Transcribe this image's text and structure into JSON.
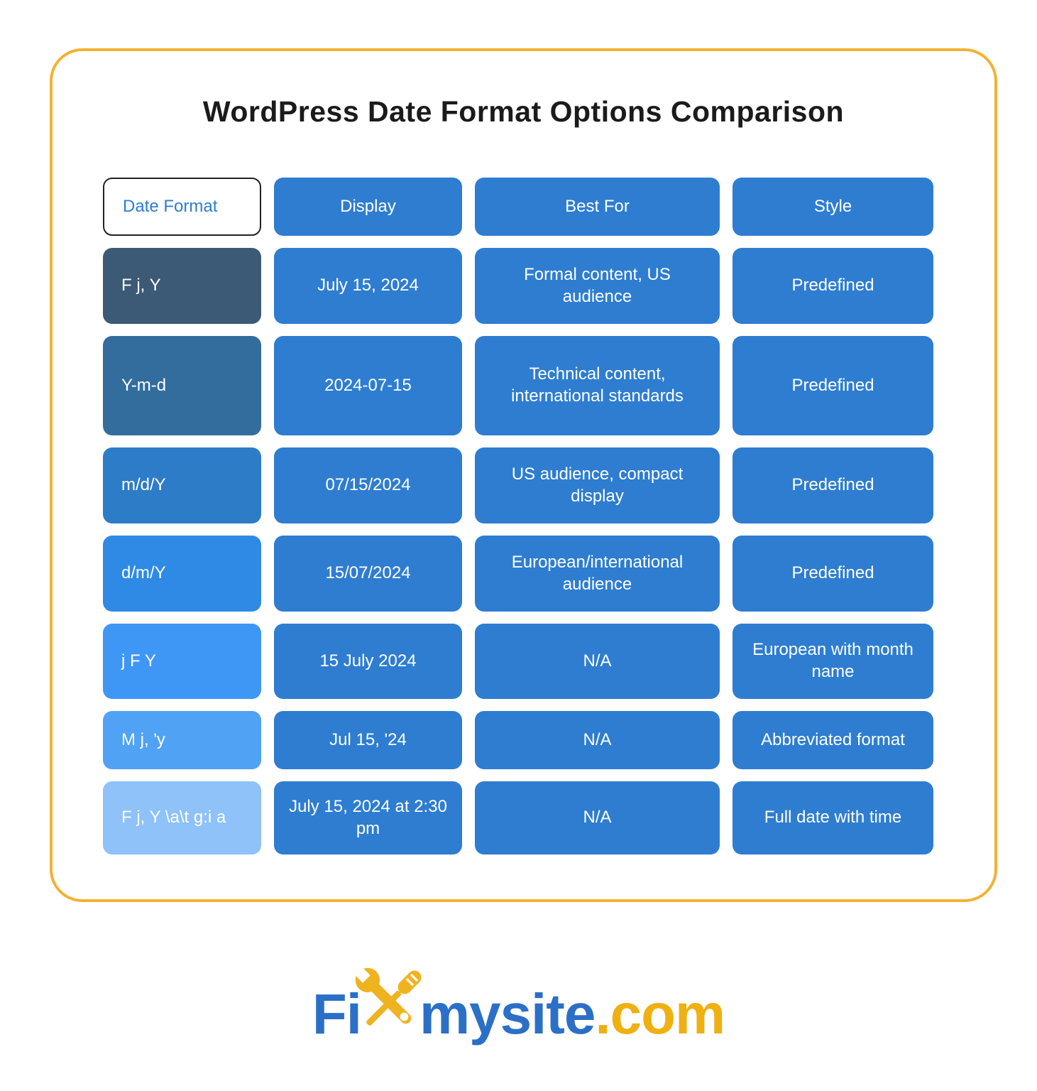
{
  "chart_data": {
    "type": "table",
    "title": "WordPress Date Format Options Comparison",
    "columns": [
      "Date Format",
      "Display",
      "Best For",
      "Style"
    ],
    "rows": [
      [
        "F j, Y",
        "July 15, 2024",
        "Formal content, US audience",
        "Predefined"
      ],
      [
        "Y-m-d",
        "2024-07-15",
        "Technical content, international standards",
        "Predefined"
      ],
      [
        "m/d/Y",
        "07/15/2024",
        "US audience, compact display",
        "Predefined"
      ],
      [
        "d/m/Y",
        "15/07/2024",
        "European/international audience",
        "Predefined"
      ],
      [
        "j F Y",
        "15 July 2024",
        "N/A",
        "European with month name"
      ],
      [
        "M j, 'y",
        "Jul 15, '24",
        "N/A",
        "Abbreviated format"
      ],
      [
        "F j, Y \\a\\t g:i a",
        "July 15, 2024 at 2:30 pm",
        "N/A",
        "Full date with time"
      ]
    ],
    "format_column_colors": [
      "#3c5a76",
      "#336d9e",
      "#2d7cc8",
      "#2e8ae4",
      "#3e97f4",
      "#4fa2f4",
      "#8ec2f8"
    ],
    "layout": "rounded card grid, header row first, first column color gradient dark-to-light"
  },
  "colors": {
    "cell_blue": "#2e7dd1",
    "card_border_gold": "#f2b233",
    "header_cell_border": "#222222",
    "header_cell_text": "#2e7dd1",
    "cell_text": "#ffffff",
    "title_text": "#1b1b1b",
    "logo_blue": "#2b6fc7",
    "logo_yellow": "#eeb111"
  },
  "logo": {
    "text_fi": "Fi",
    "icon": "wrench-screwdriver-x-icon",
    "text_mysite": "mysite",
    "text_domain": ".com"
  }
}
